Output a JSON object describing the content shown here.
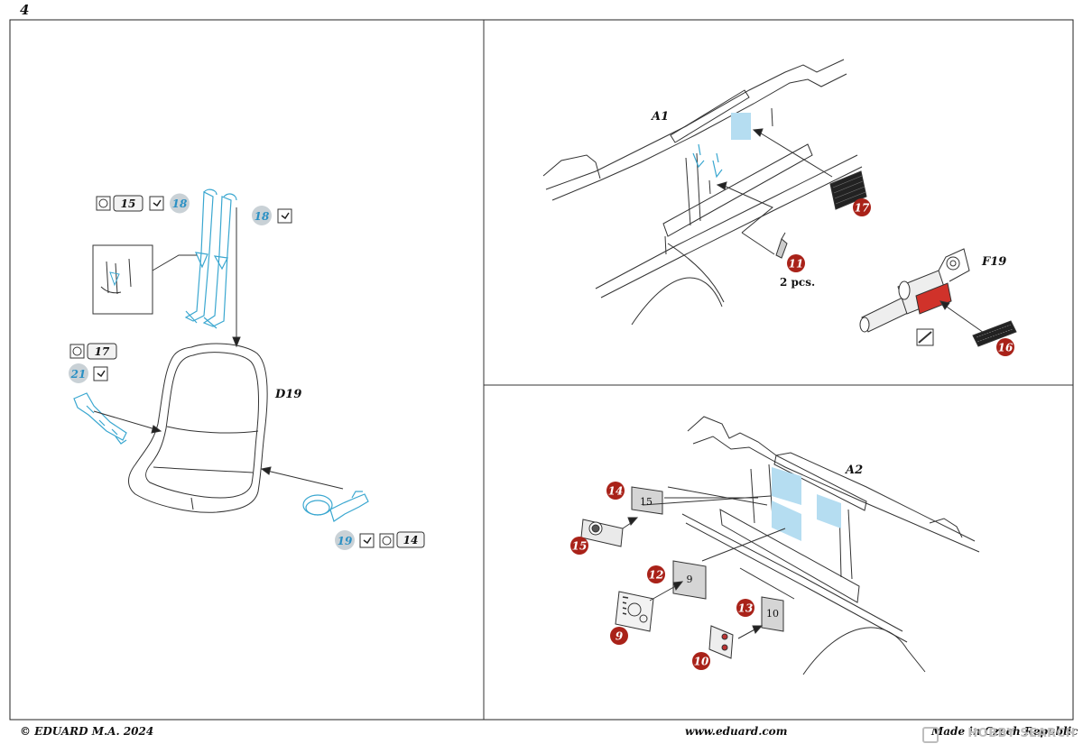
{
  "page_number": "4",
  "footer": {
    "copyright": "© EDUARD  M.A. 2024",
    "website": "www.eduard.com",
    "made_in": "Made in Czech Republic"
  },
  "watermark": "HOBBY SEARCH",
  "colors": {
    "photo_etch": "#3aa7d0",
    "film_fill": "#b5ddf1",
    "step_badge": "#a92219",
    "option_badge": "#c9d1d6",
    "red_part": "#d0322a"
  },
  "left_panel": {
    "part_seat": "D19",
    "belts_legend": {
      "remove_box": "15",
      "bend_icon": "bend-icon",
      "step": "18"
    },
    "belts_legend_2": {
      "step": "18",
      "bend_icon": "bend-icon"
    },
    "belt_left_legend": {
      "remove_box": "17"
    },
    "belt_left_legend_2": {
      "step": "21"
    },
    "belt_right_legend": {
      "step": "19",
      "remove_box": "14"
    }
  },
  "top_right_panel": {
    "part": "A1",
    "part_2": "F19",
    "steps": [
      "17",
      "11",
      "16"
    ],
    "quantity_note": "2 pcs."
  },
  "bottom_right_panel": {
    "part": "A2",
    "badges": [
      "14",
      "15",
      "12",
      "9",
      "13",
      "10"
    ],
    "placards": [
      "15",
      "9",
      "10"
    ]
  }
}
